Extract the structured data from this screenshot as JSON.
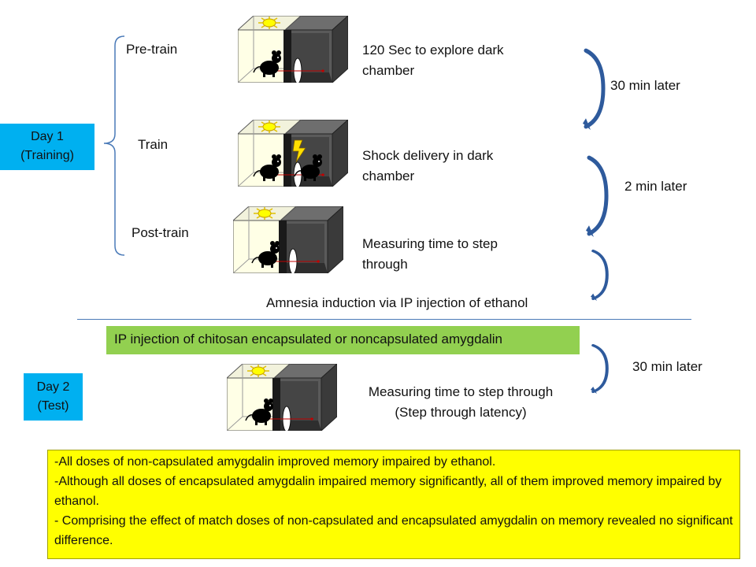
{
  "day1": {
    "line1": "Day 1",
    "line2": "(Training)"
  },
  "day2": {
    "line1": "Day 2",
    "line2": "(Test)"
  },
  "phases": {
    "pretrain": "Pre-train",
    "train": "Train",
    "posttrain": "Post-train"
  },
  "descriptions": {
    "pretrain": "120 Sec to explore dark chamber",
    "train": "Shock delivery in dark chamber",
    "posttrain": "Measuring time to step through",
    "test_line1": "Measuring time to step through",
    "test_line2": "(Step through latency)"
  },
  "intervals": {
    "first": "30 min later",
    "second": "2 min later",
    "third": "30 min later"
  },
  "amnesia": "Amnesia induction via IP injection of ethanol",
  "injection": "IP injection of chitosan encapsulated or noncapsulated  amygdalin",
  "conclusions": [
    "-All doses of non-capsulated amygdalin improved memory impaired by ethanol.",
    "-Although all doses of encapsulated amygdalin impaired memory significantly, all of them improved memory impaired by ethanol.",
    "- Comprising the effect of match doses of non-capsulated and encapsulated  amygdalin on memory revealed no significant difference."
  ],
  "colors": {
    "day_box": "#00b0f0",
    "injection_bar": "#92d050",
    "conclusion_box": "#ffff00",
    "arrow": "#2e5a9c",
    "bracket": "#4a7ab8"
  }
}
